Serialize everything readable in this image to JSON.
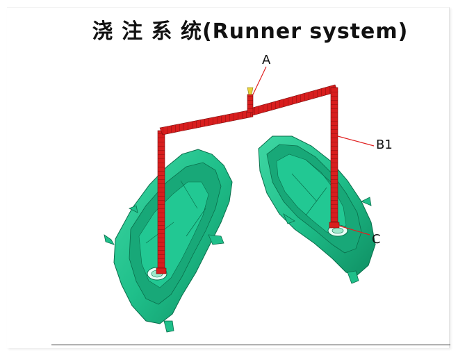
{
  "title": "浇 注 系 统(Runner system)",
  "callouts": {
    "a": "A",
    "b1": "B1",
    "c": "C"
  },
  "colors": {
    "runner": "#d81e1e",
    "part": "#1fbf8a",
    "part_dark": "#12936a",
    "callout_line": "#e02020",
    "text": "#111111",
    "sprue_tip": "#e8d23a"
  }
}
